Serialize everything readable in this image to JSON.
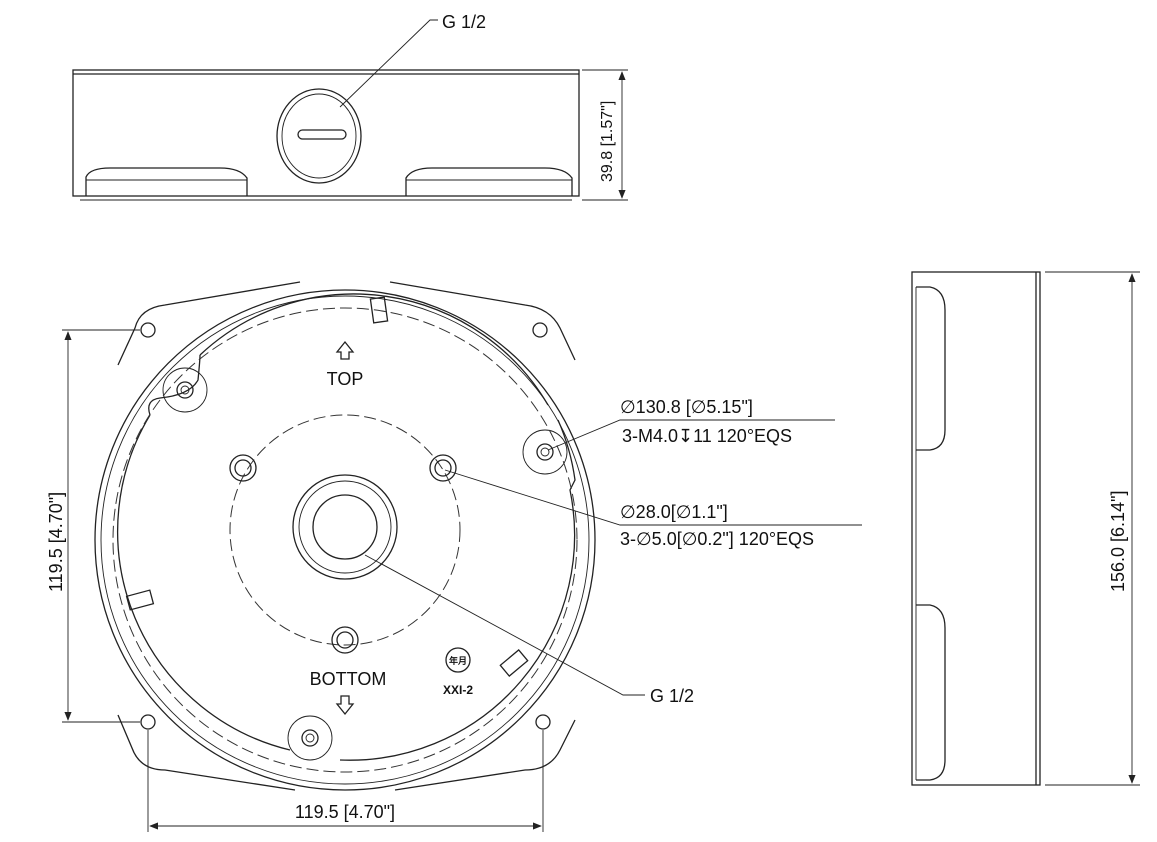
{
  "drawing": {
    "side_view_top": {
      "callout": "G 1/2",
      "height_dim": "39.8 [1.57\"]"
    },
    "top_view": {
      "top_label": "TOP",
      "bottom_label": "BOTTOM",
      "date_stamp": "年月",
      "part_code": "XXI-2",
      "callout_1_line1": "∅130.8 [∅5.15\"]",
      "callout_1_line2": "3-M4.0↧11 120°EQS",
      "callout_2_line1": "∅28.0[∅1.1\"]",
      "callout_2_line2": "3-∅5.0[∅0.2\"] 120°EQS",
      "callout_3": "G 1/2",
      "width_dim": "119.5 [4.70\"]",
      "height_dim": "119.5 [4.70\"]"
    },
    "side_view_right": {
      "height_dim": "156.0 [6.14\"]"
    }
  }
}
